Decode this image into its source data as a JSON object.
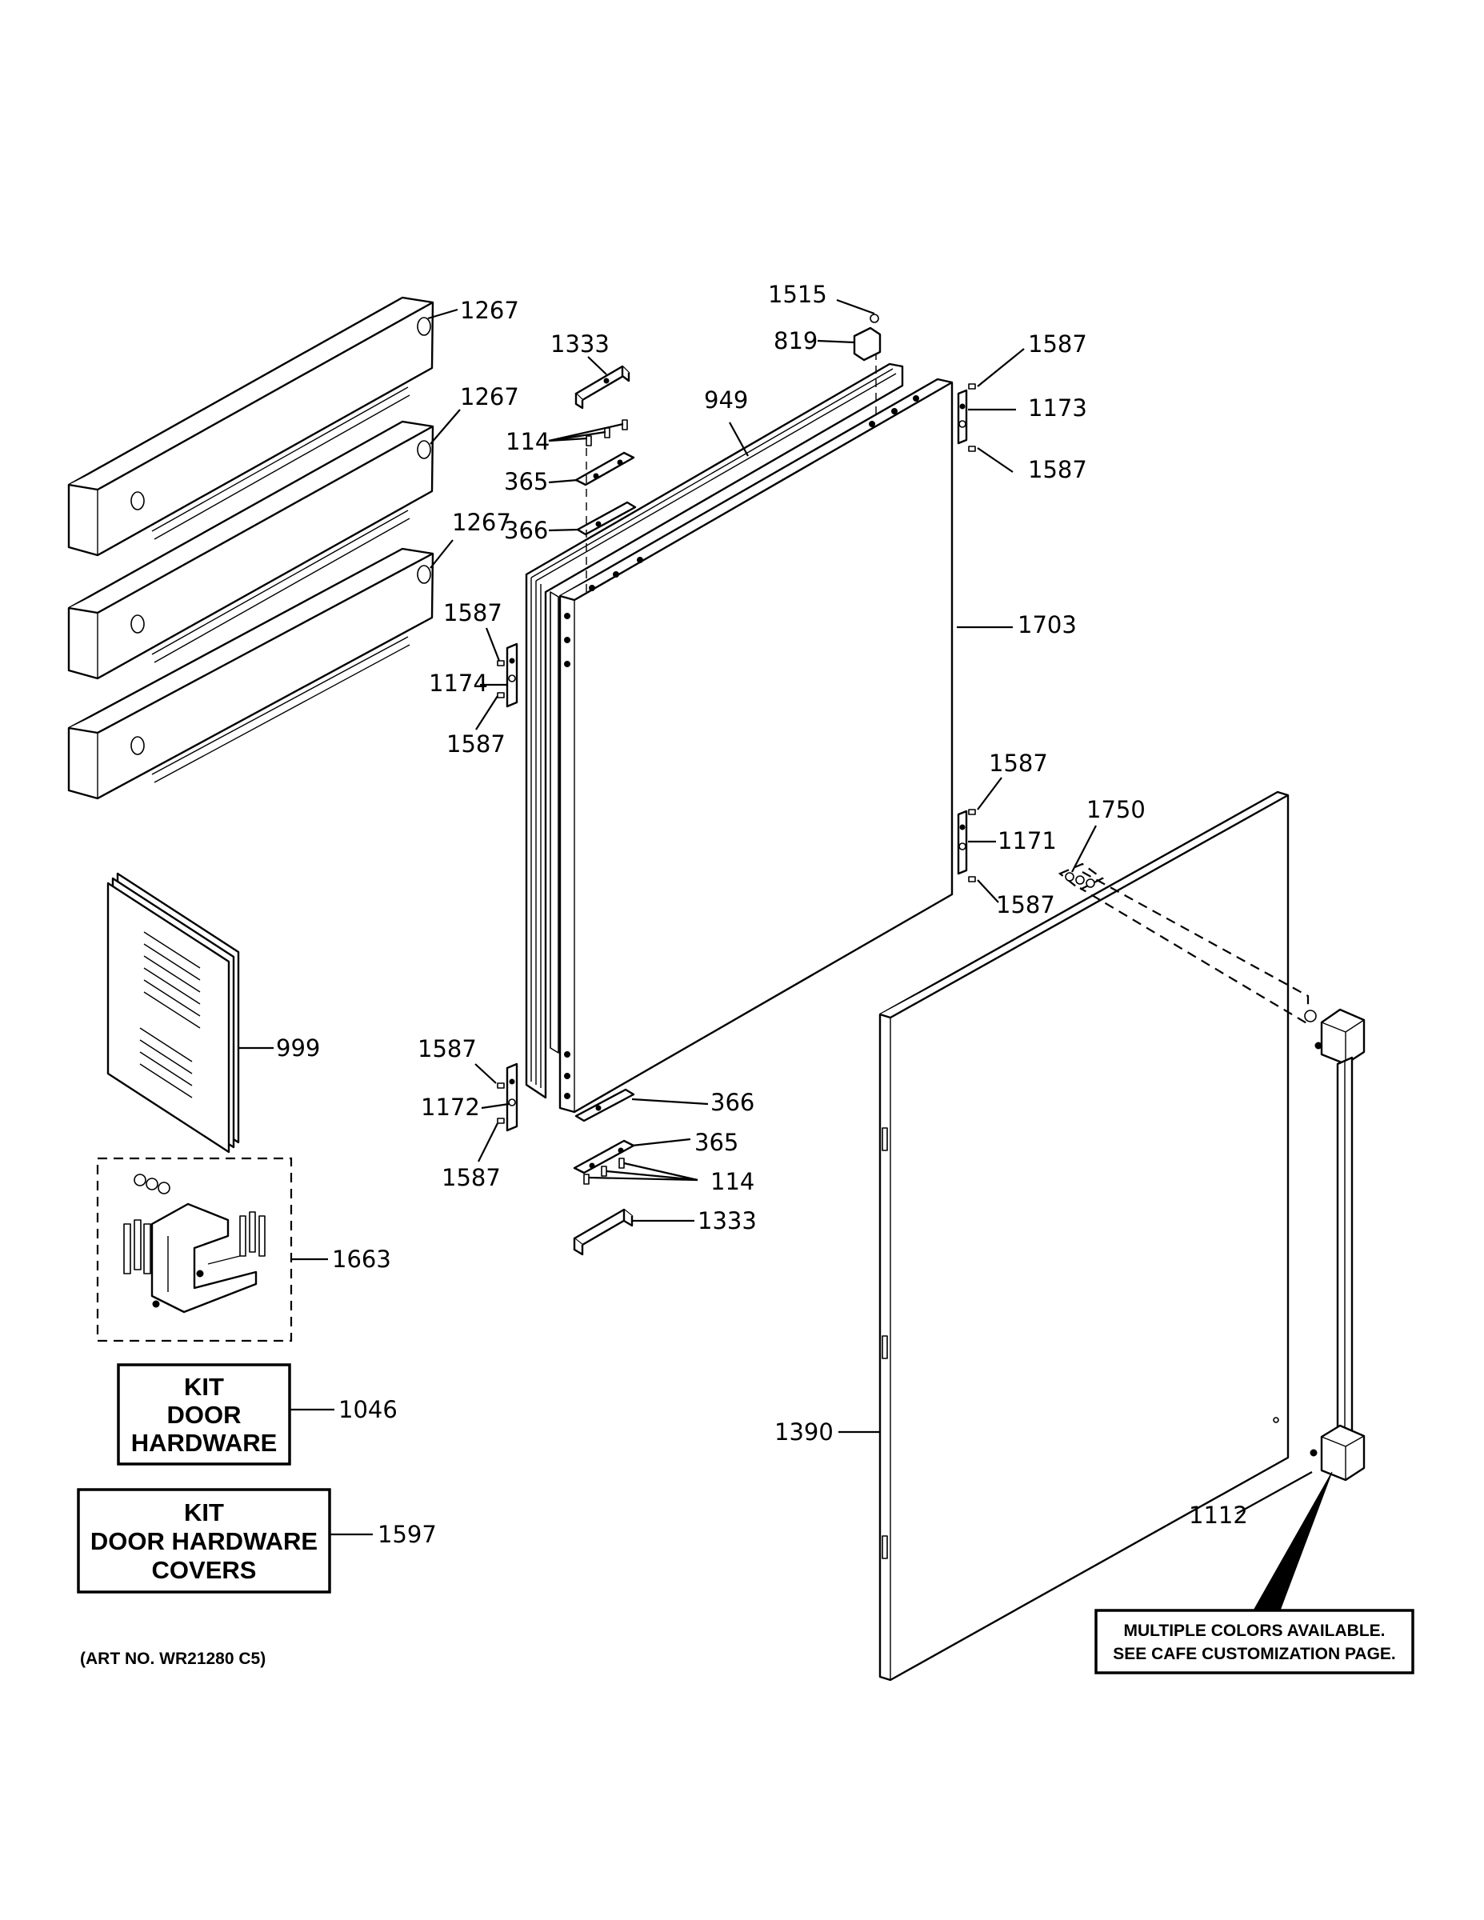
{
  "callouts": {
    "c1267a": "1267",
    "c1267b": "1267",
    "c1267c": "1267",
    "c1333a": "1333",
    "c1333b": "1333",
    "c1515": "1515",
    "c819": "819",
    "c949": "949",
    "c114a": "114",
    "c114b": "114",
    "c365a": "365",
    "c365b": "365",
    "c366a": "366",
    "c366b": "366",
    "c1587_1": "1587",
    "c1587_2": "1587",
    "c1587_3": "1587",
    "c1587_4": "1587",
    "c1587_5": "1587",
    "c1587_6": "1587",
    "c1587_7": "1587",
    "c1587_8": "1587",
    "c1173": "1173",
    "c1174": "1174",
    "c1703": "1703",
    "c1171": "1171",
    "c1750": "1750",
    "c1172": "1172",
    "c999": "999",
    "c1663": "1663",
    "c1046": "1046",
    "c1597": "1597",
    "c1390": "1390",
    "c1112": "1112"
  },
  "kit_door_hardware": [
    "KIT",
    "DOOR",
    "HARDWARE"
  ],
  "kit_door_hardware_covers": [
    "KIT",
    "DOOR HARDWARE",
    "COVERS"
  ],
  "note": [
    "MULTIPLE COLORS AVAILABLE.",
    "SEE CAFE CUSTOMIZATION PAGE."
  ],
  "art_no": "(ART NO. WR21280 C5)"
}
